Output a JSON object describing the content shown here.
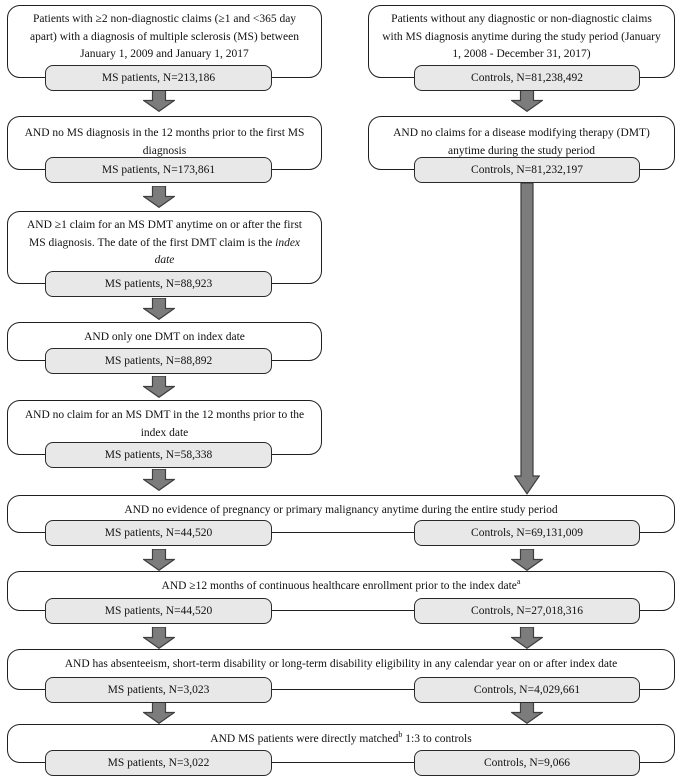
{
  "figure": {
    "left": {
      "boxes": [
        {
          "criteria": "Patients with ≥2 non-diagnostic claims (≥1 and <365 day apart) with a diagnosis of multiple sclerosis (MS) between January 1, 2009 and January 1, 2017",
          "result": "MS patients, N=213,186"
        },
        {
          "criteria": "AND no MS diagnosis in the 12 months prior to the first MS diagnosis",
          "result": "MS patients, N=173,861"
        },
        {
          "criteria_main": "AND ≥1 claim for an MS DMT anytime on or after the first MS diagnosis. The date of the first DMT claim is the ",
          "criteria_italic": "index date",
          "result": "MS patients, N=88,923"
        },
        {
          "criteria": "AND only one DMT on index date",
          "result": "MS patients, N=88,892"
        },
        {
          "criteria": "AND no claim for an MS DMT in the 12 months prior to the index date",
          "result": "MS patients, N=58,338"
        }
      ]
    },
    "right": {
      "boxes": [
        {
          "criteria": "Patients without any diagnostic or non-diagnostic claims with MS diagnosis anytime during the study period (January 1, 2008 - December 31, 2017)",
          "result": "Controls, N=81,238,492"
        },
        {
          "criteria": "AND no claims for a disease modifying therapy (DMT) anytime during the study period",
          "result": "Controls, N=81,232,197"
        }
      ]
    },
    "combined": {
      "boxes": [
        {
          "criteria": "AND no evidence of pregnancy or primary malignancy anytime during the entire study period",
          "ms_result": "MS patients, N=44,520",
          "controls_result": "Controls, N=69,131,009"
        },
        {
          "criteria_main": "AND ≥12 months of continuous healthcare enrollment prior to the index date",
          "superscript": "a",
          "ms_result": "MS patients, N=44,520",
          "controls_result": "Controls, N=27,018,316"
        },
        {
          "criteria": "AND has absenteeism, short-term disability or long-term disability eligibility in any calendar year on or after index date",
          "ms_result": "MS patients, N=3,023",
          "controls_result": "Controls, N=4,029,661"
        },
        {
          "criteria_main": "AND MS patients were directly matched",
          "superscript": "b",
          "criteria_after": " 1:3 to controls",
          "ms_result": "MS patients, N=3,022",
          "controls_result": "Controls, N=9,066"
        }
      ]
    },
    "colors": {
      "box_fill": "#ffffff",
      "box_border": "#1f1f1f",
      "result_fill": "#e8e8e8",
      "result_border": "#2a2a2a",
      "arrow_fill": "#7c7c7c",
      "arrow_stroke": "#3e3e3e"
    }
  }
}
